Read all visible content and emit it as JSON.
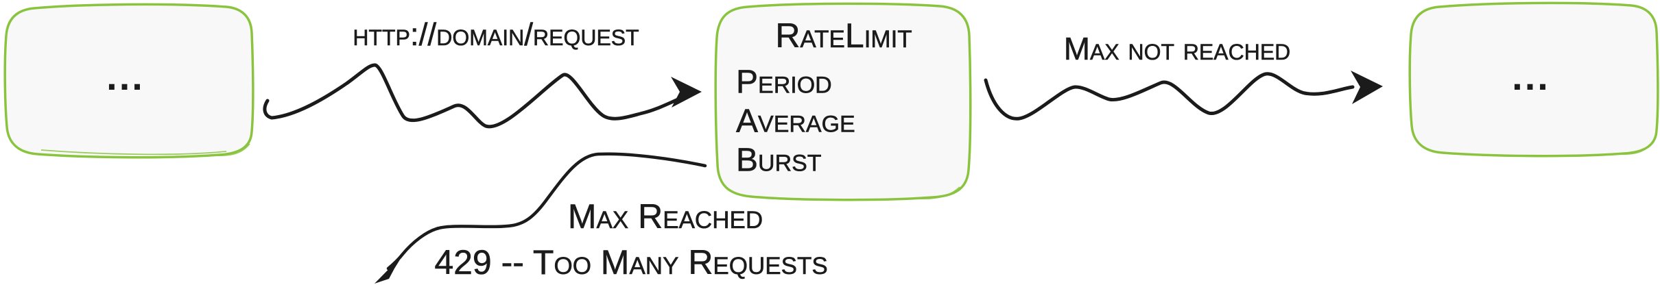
{
  "colors": {
    "accent_green": "#8ac43f",
    "box_fill": "#f8f8f8",
    "ink": "#1b1b1b"
  },
  "nodes": {
    "left_service": {
      "label": "..."
    },
    "rate_limit": {
      "title": "RateLimit",
      "fields": [
        "Period",
        "Average",
        "Burst"
      ]
    },
    "right_service": {
      "label": "..."
    }
  },
  "edges": {
    "request": {
      "label": "http://domain/request"
    },
    "max_not_reached": {
      "label": "Max not reached"
    },
    "max_reached": {
      "label": "Max Reached",
      "sublabel": "429 -- Too Many Requests"
    }
  }
}
